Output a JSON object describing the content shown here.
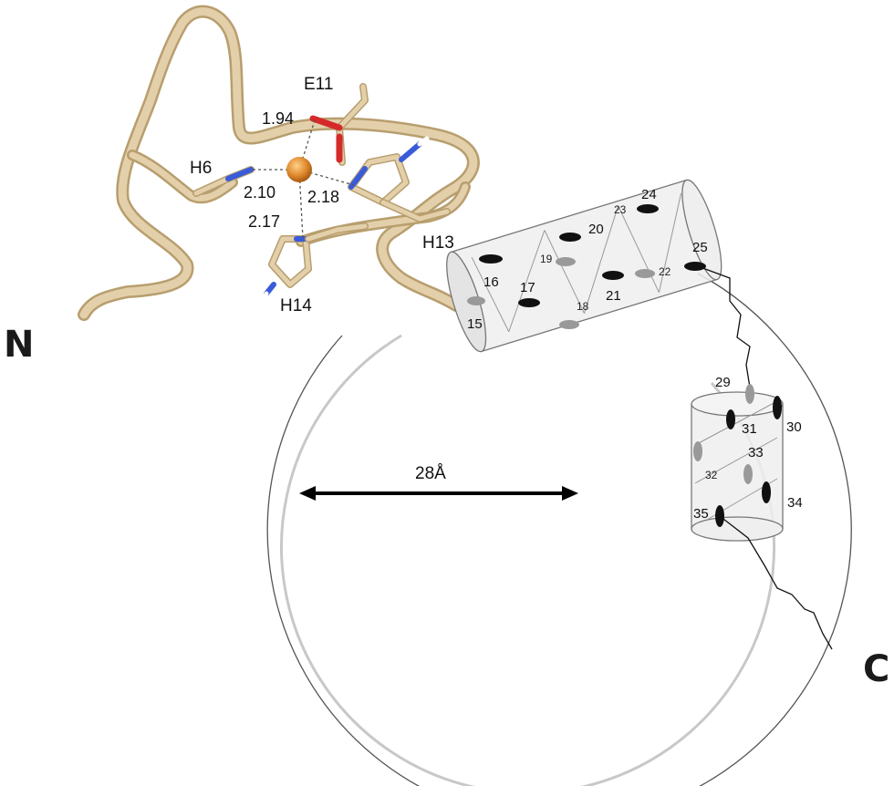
{
  "terminals": {
    "n": "N",
    "c": "C"
  },
  "residues": {
    "h6": "H6",
    "e11": "E11",
    "h13": "H13",
    "h14": "H14"
  },
  "distances": {
    "d1": "1.94",
    "d2": "2.10",
    "d3": "2.18",
    "d4": "2.17"
  },
  "dimension": {
    "label": "28Å"
  },
  "helix1": {
    "numbers": [
      "15",
      "16",
      "17",
      "18",
      "19",
      "20",
      "21",
      "22",
      "23",
      "24",
      "25"
    ]
  },
  "helix2": {
    "numbers": [
      "29",
      "30",
      "31",
      "32",
      "33",
      "34",
      "35"
    ]
  },
  "colors": {
    "backbone": "#d9c49d",
    "backbone_dark": "#b89e6e",
    "copper": "#e08a2e",
    "nitrogen": "#3a5bd9",
    "oxygen": "#d42a2a",
    "cylinder": "#eeeeee",
    "circle_outer": "#555555",
    "circle_inner": "#c8c8c8"
  }
}
